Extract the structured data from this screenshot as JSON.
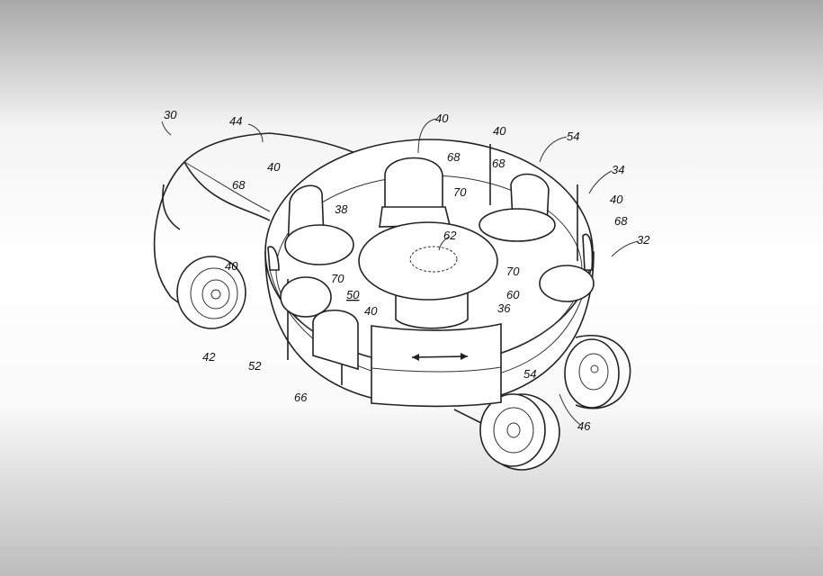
{
  "figure": {
    "title_ref": "30",
    "labels": {
      "vehicle": "30",
      "car": "44",
      "seat_top": "40",
      "seat_right_top": "40",
      "wall_top": "54",
      "module": "34",
      "backrest_top": "68",
      "backrest_right": "68",
      "seat_left": "40",
      "backrest_left": "68",
      "track": "38",
      "cushion_top": "70",
      "seat_far_right": "40",
      "backrest_far_right": "68",
      "ring": "32",
      "display": "62",
      "seat_left_low": "40",
      "cushion_left": "70",
      "cushion_right": "70",
      "cabin": "50",
      "table_edge": "60",
      "table": "36",
      "seat_front": "40",
      "car_wheel": "42",
      "door_edge": "52",
      "seat_post": "66",
      "wall_front": "54",
      "pod_wheels": "46"
    }
  }
}
